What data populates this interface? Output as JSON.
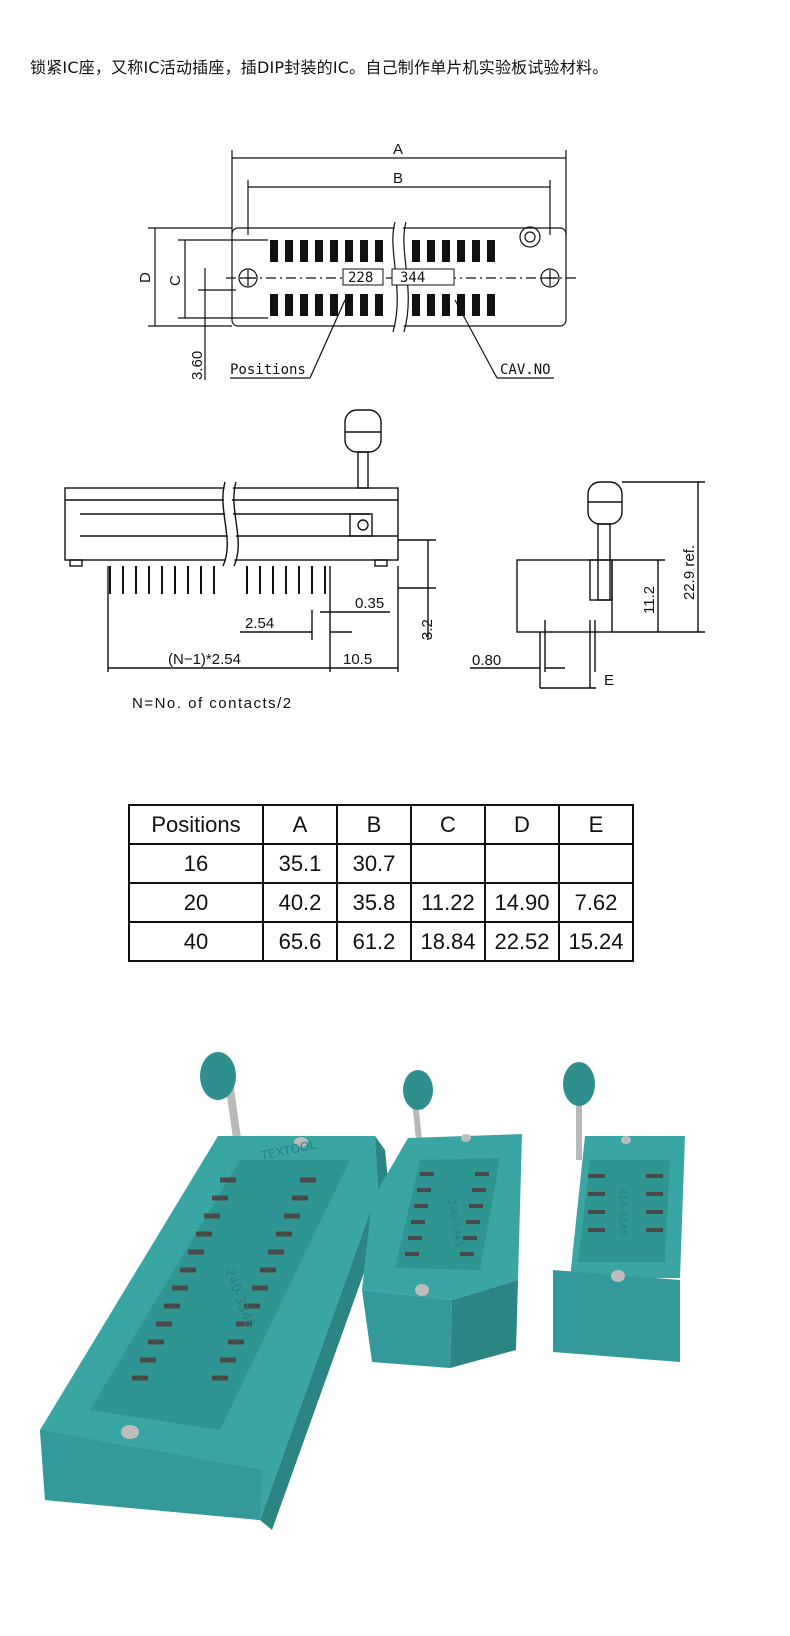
{
  "intro": "锁紧IC座，又称IC活动插座，插DIP封装的IC。自己制作单片机实验板试验材料。",
  "top_view": {
    "dim_a": "A",
    "dim_b": "B",
    "dim_c": "C",
    "dim_d": "D",
    "dim_offset": "3.60",
    "label_positions": "Positions",
    "label_cav": "CAV.NO",
    "part_no_left": "228",
    "part_no_right": "344"
  },
  "side_view": {
    "dim_035": "0.35",
    "dim_254": "2.54",
    "dim_32": "3.2",
    "dim_n": "(N−1)*2.54",
    "dim_105": "10.5",
    "formula": "N=No. of contacts/2"
  },
  "end_view": {
    "dim_080": "0.80",
    "dim_e": "E",
    "dim_112": "11.2",
    "dim_229": "22.9 ref."
  },
  "table": {
    "headers": [
      "Positions",
      "A",
      "B",
      "C",
      "D",
      "E"
    ],
    "rows": [
      [
        "16",
        "35.1",
        "30.7",
        "",
        "",
        ""
      ],
      [
        "20",
        "40.2",
        "35.8",
        "11.22",
        "14.90",
        "7.62"
      ],
      [
        "40",
        "65.6",
        "61.2",
        "18.84",
        "22.52",
        "15.24"
      ]
    ]
  },
  "photo": {
    "brand": "TEXTOOL",
    "model_large": "240-3345",
    "model_medium": "220-3345",
    "model_small": "216-3345",
    "colors": {
      "socket": "#3aa6a4",
      "socket_dark": "#2b8583",
      "handle": "#2f8f8c",
      "contact": "#4a4a4a"
    }
  }
}
